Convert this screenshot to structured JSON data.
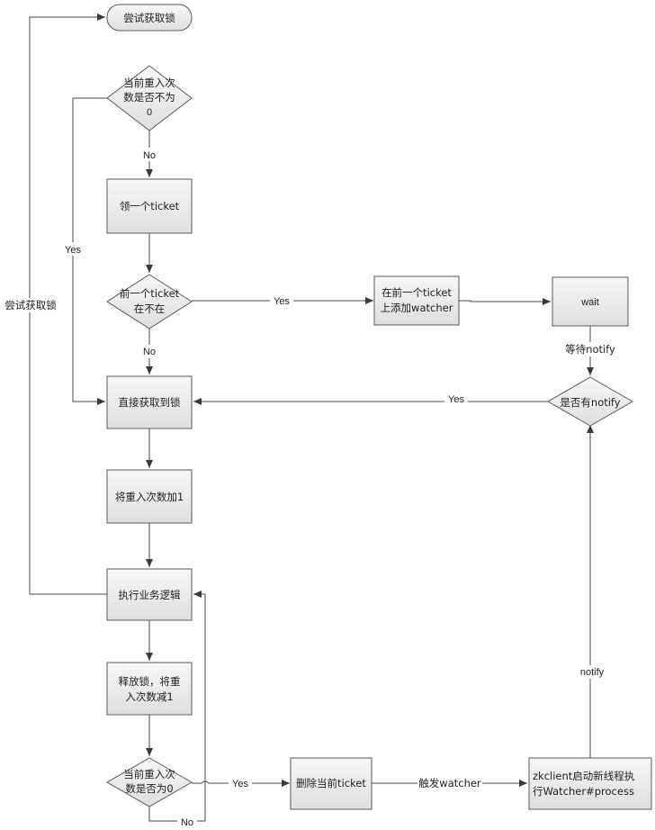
{
  "nodes": {
    "start": "尝试获取锁",
    "check_reentry": [
      "当前重入次",
      "数是否不为",
      "0"
    ],
    "take_ticket": "领一个ticket",
    "prev_ticket": [
      "前一个ticket",
      "在不在"
    ],
    "add_watcher": [
      "在前一个ticket",
      "上添加watcher"
    ],
    "wait": "wait",
    "notified": "是否有notify",
    "acquire": "直接获取到锁",
    "increment": "将重入次数加1",
    "business": "执行业务逻辑",
    "release": [
      "释放锁，将重",
      "入次数减1"
    ],
    "check_zero": [
      "当前重入次",
      "数是否为0"
    ],
    "delete_ticket": "删除当前ticket",
    "zk_thread": [
      "zkclient启动新线程执",
      "行Watcher#process"
    ]
  },
  "edges": {
    "no_1": "No",
    "yes_1": "Yes",
    "yes_2": "Yes",
    "no_2": "No",
    "wait_notify": "等待notify",
    "yes_3": "Yes",
    "loop_label": "尝试获取锁",
    "yes_4": "Yes",
    "trigger": "触发watcher",
    "notify": "notify",
    "no_3": "No"
  },
  "colors": {
    "box_fill": "#e6e6e6",
    "box_stroke": "#5a5a5a",
    "line": "#4a4a4a"
  }
}
